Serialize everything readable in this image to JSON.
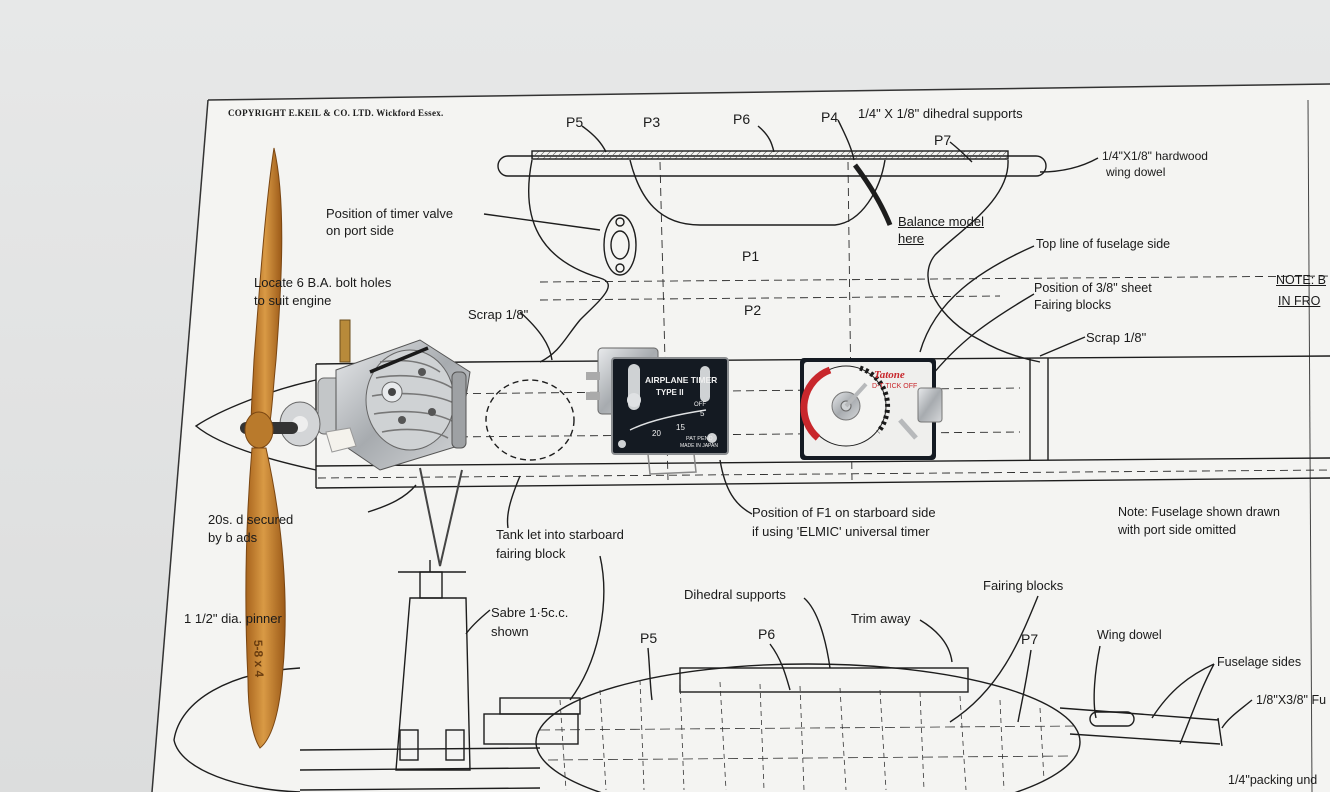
{
  "plan": {
    "copyright": "COPYRIGHT  E.KEIL & CO. LTD.  Wickford  Essex.",
    "parts": {
      "p5_top": "P5",
      "p3": "P3",
      "p6_top": "P6",
      "p4": "P4",
      "p7_top": "P7",
      "p1": "P1",
      "p2": "P2",
      "p5_bottom": "P5",
      "p6_bottom": "P6",
      "p7_bottom": "P7"
    },
    "notes": {
      "dihedral_supports_size": "1/4\" X 1/8\" dihedral supports",
      "hardwood_dowel_1": "1/4\"X1/8\" hardwood",
      "hardwood_dowel_2": "wing dowel",
      "timer_valve_1": "Position of timer valve",
      "timer_valve_2": "on port side",
      "balance_1": "Balance model",
      "balance_2": "here",
      "top_line": "Top line of fuselage side",
      "bolt_holes_1": "Locate 6 B.A. bolt holes",
      "bolt_holes_2": "to suit engine",
      "scrap_left": "Scrap 1/8\"",
      "fairing_position_1": "Position of 3/8\" sheet",
      "fairing_position_2": "Fairing blocks",
      "scrap_right": "Scrap 1/8\"",
      "note_b_1": "NOTE: B",
      "note_b_2": "IN FRO",
      "secured_1": "20s.  d secured",
      "secured_2": "by b    ads",
      "tank_1": "Tank let into starboard",
      "tank_2": "fairing block",
      "f1_1": "Position of F1 on starboard side",
      "f1_2": "if using 'ELMIC' universal timer",
      "fuselage_note_1": "Note: Fuselage shown drawn",
      "fuselage_note_2": "with port side omitted",
      "dihedral_supports": "Dihedral supports",
      "fairing_blocks": "Fairing blocks",
      "trim_away": "Trim away",
      "wing_dowel": "Wing dowel",
      "fuselage_sides": "Fuselage sides",
      "spinner": "1 1/2\" dia.      pinner",
      "sabre_1": "Sabre 1·5c.c.",
      "sabre_2": "shown",
      "fuselage_strip": "1/8\"X3/8\" Fu",
      "packing": "1/4\"packing und"
    }
  },
  "timers": {
    "airplane_timer": {
      "line1": "AIRPLANE TIMER",
      "line2": "TYPE II",
      "off": "OFF",
      "pat_pend": "PAT PEND",
      "made_in": "MADE IN JAPAN",
      "scale": [
        "20",
        "15",
        "5"
      ]
    },
    "dt_timer": {
      "brand": "Tatone",
      "model": "D-T TICK OFF"
    }
  },
  "propeller": {
    "marking": "5-8 x 4"
  },
  "colors": {
    "paper": "#f3f3f1",
    "ink": "#1a1a1a",
    "propeller": "#c98a34",
    "timer_face": "#141a22",
    "dial_red": "#c8272c",
    "aluminium": "#b9bcbf"
  }
}
